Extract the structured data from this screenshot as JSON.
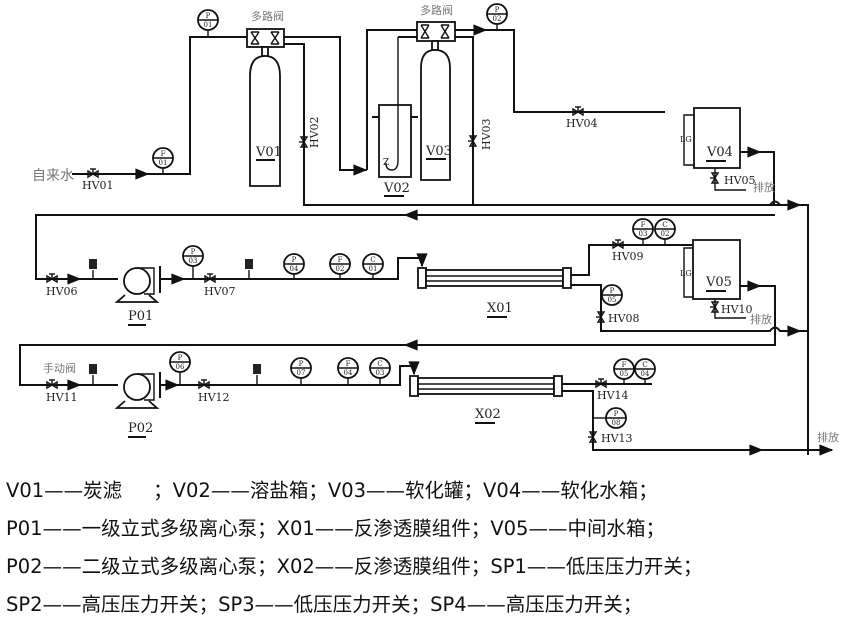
{
  "diagram": {
    "inlet_label": "自来水",
    "multiway_valve_label": "多路阀",
    "manual_valve_label": "手动阀",
    "drain_label": "排放",
    "level_gauge_label": "LG",
    "equipment_tags": {
      "V01": "V01",
      "V02": "V02",
      "V03": "V03",
      "V04": "V04",
      "V05": "V05",
      "P01": "P01",
      "P02": "P02",
      "X01": "X01",
      "X02": "X02"
    },
    "valves": {
      "HV01": "HV01",
      "HV02": "HV02",
      "HV03": "HV03",
      "HV04": "HV04",
      "HV05": "HV05",
      "HV06": "HV06",
      "HV07": "HV07",
      "HV08": "HV08",
      "HV09": "HV09",
      "HV10": "HV10",
      "HV11": "HV11",
      "HV12": "HV12",
      "HV13": "HV13",
      "HV14": "HV14"
    },
    "instruments": [
      {
        "id": "F01",
        "type": "F",
        "num": "01"
      },
      {
        "id": "P01",
        "type": "P",
        "num": "01"
      },
      {
        "id": "P02",
        "type": "P",
        "num": "02"
      },
      {
        "id": "P03",
        "type": "P",
        "num": "03"
      },
      {
        "id": "P04",
        "type": "P",
        "num": "04"
      },
      {
        "id": "F02",
        "type": "F",
        "num": "02"
      },
      {
        "id": "C01",
        "type": "C",
        "num": "01"
      },
      {
        "id": "F03",
        "type": "F",
        "num": "03"
      },
      {
        "id": "C02",
        "type": "C",
        "num": "02"
      },
      {
        "id": "P05",
        "type": "P",
        "num": "05"
      },
      {
        "id": "P06",
        "type": "P",
        "num": "06"
      },
      {
        "id": "P07",
        "type": "P",
        "num": "07"
      },
      {
        "id": "F04",
        "type": "F",
        "num": "04"
      },
      {
        "id": "C03",
        "type": "C",
        "num": "03"
      },
      {
        "id": "F05",
        "type": "F",
        "num": "05"
      },
      {
        "id": "C04",
        "type": "C",
        "num": "04"
      },
      {
        "id": "P08",
        "type": "P",
        "num": "08"
      }
    ],
    "pressure_switches": {
      "SP1": "SP1",
      "SP2": "SP2",
      "SP3": "SP3",
      "SP4": "SP4"
    }
  },
  "legend": [
    [
      {
        "tag": "V01",
        "desc": "炭滤",
        "pad": true
      },
      {
        "tag": "V02",
        "desc": "溶盐箱"
      },
      {
        "tag": "V03",
        "desc": "软化罐"
      },
      {
        "tag": "V04",
        "desc": "软化水箱"
      }
    ],
    [
      {
        "tag": "P01",
        "desc": "一级立式多级离心泵"
      },
      {
        "tag": "X01",
        "desc": "反渗透膜组件"
      },
      {
        "tag": "V05",
        "desc": "中间水箱"
      }
    ],
    [
      {
        "tag": "P02",
        "desc": "二级立式多级离心泵"
      },
      {
        "tag": "X02",
        "desc": "反渗透膜组件"
      },
      {
        "tag": "SP1",
        "desc": "低压压力开关"
      }
    ],
    [
      {
        "tag": "SP2",
        "desc": "高压压力开关"
      },
      {
        "tag": "SP3",
        "desc": "低压压力开关"
      },
      {
        "tag": "SP4",
        "desc": "高压压力开关"
      }
    ]
  ],
  "legend_separator": "——",
  "legend_terminator": "；"
}
